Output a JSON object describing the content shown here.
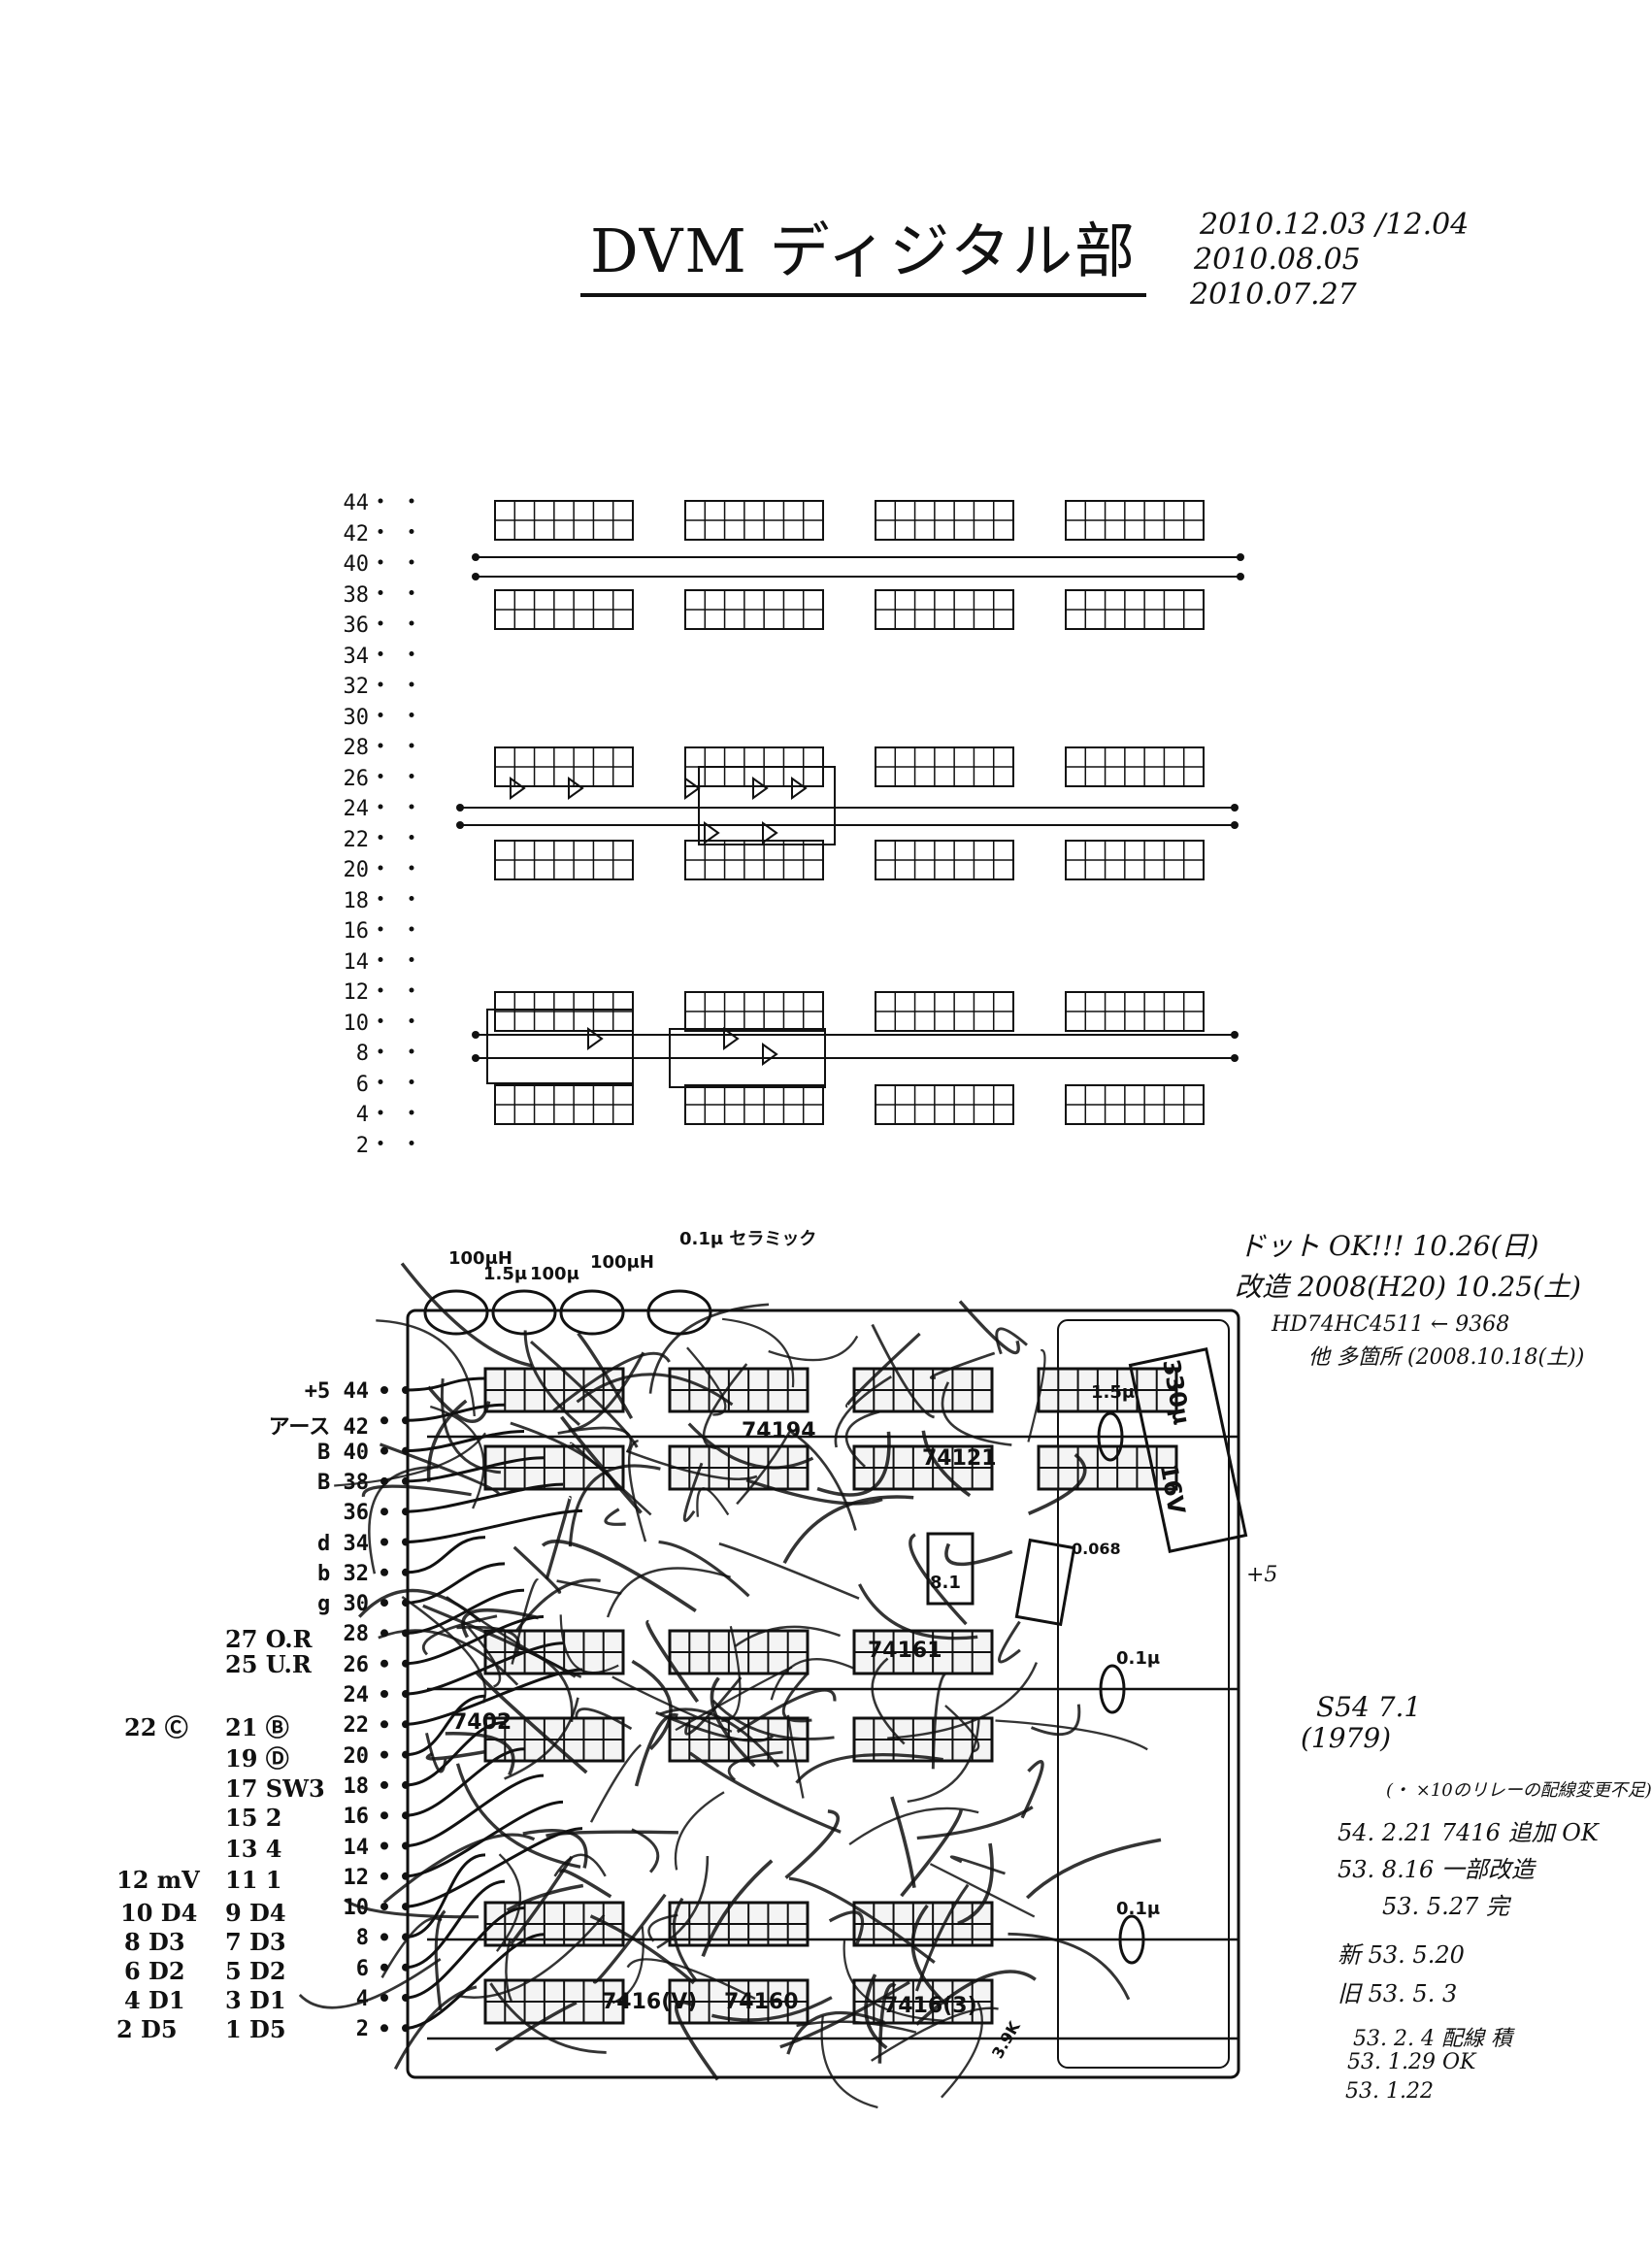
{
  "title": "DVM ディジタル部",
  "dates": [
    "2010.12.03 /12.04",
    "2010.08.05",
    "2010.07.27"
  ],
  "top_layout": {
    "pin_labels": [
      "44",
      "42",
      "40",
      "38",
      "36",
      "34",
      "32",
      "30",
      "28",
      "26",
      "24",
      "22",
      "20",
      "18",
      "16",
      "14",
      "12",
      "10",
      "8",
      "6",
      "4",
      "2"
    ]
  },
  "board": {
    "connector_labels": [
      "+5 44",
      "アース 42",
      "B 40",
      "B 38",
      "36",
      "d 34",
      "b 32",
      "g 30",
      "28",
      "26",
      "24",
      "22",
      "20",
      "18",
      "16",
      "14",
      "12",
      "10",
      "8",
      "6",
      "4",
      "2"
    ],
    "component_labels": [
      "100μH",
      "1.5μ",
      "100μ",
      "100μH",
      "0.1μ セラミック",
      "74194",
      "74121",
      "1.5μ",
      "330μ",
      "16V",
      "0.068",
      "8.1",
      "0.1μ",
      "74161",
      "7402",
      "0.1μ",
      "7416(V)",
      "74160",
      "7416(3)",
      "3.9K"
    ]
  },
  "left_labels": {
    "column_a": [
      "27 O.R",
      "25 U.R",
      "21 Ⓑ",
      "19 Ⓓ",
      "17 SW3",
      "15 2",
      "13 4",
      "11 1",
      "9 D4",
      "7 D3",
      "5 D2",
      "3 D1",
      "1 D5"
    ],
    "column_b": [
      "22 Ⓒ",
      "12 mV",
      "10 D4",
      "8 D3",
      "6 D2",
      "4 D1",
      "2 D5"
    ]
  },
  "notes_right": [
    "ドット OK!!! 10.26(日)",
    "改造 2008(H20) 10.25(土)",
    "HD74HC4511 ← 9368",
    "他 多箇所 (2008.10.18(土))",
    "+5",
    "S54 7.1",
    "(1979)",
    "(・ ×10のリレーの配線変更不足)",
    "54. 2.21 7416 追加 OK",
    "53. 8.16 一部改造",
    "53. 5.27 完",
    "新 53. 5.20",
    "旧 53. 5. 3",
    "53. 2. 4 配線 積",
    "53. 1.29 OK",
    "53. 1.22"
  ]
}
